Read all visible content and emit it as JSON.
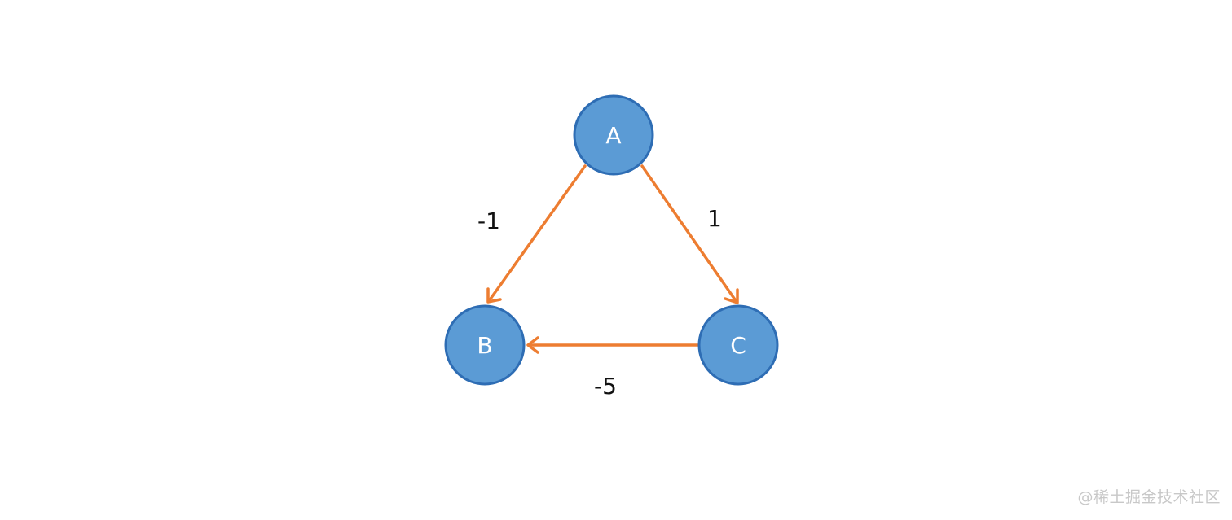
{
  "graph": {
    "nodes": [
      {
        "id": "A",
        "label": "A"
      },
      {
        "id": "B",
        "label": "B"
      },
      {
        "id": "C",
        "label": "C"
      }
    ],
    "edges": [
      {
        "from": "A",
        "to": "B",
        "weight": "-1"
      },
      {
        "from": "A",
        "to": "C",
        "weight": "1"
      },
      {
        "from": "C",
        "to": "B",
        "weight": "-5"
      }
    ]
  },
  "colors": {
    "node_fill": "#5b9bd5",
    "node_stroke": "#2e6db4",
    "edge": "#ed7d31"
  },
  "watermark": "@稀土掘金技术社区"
}
